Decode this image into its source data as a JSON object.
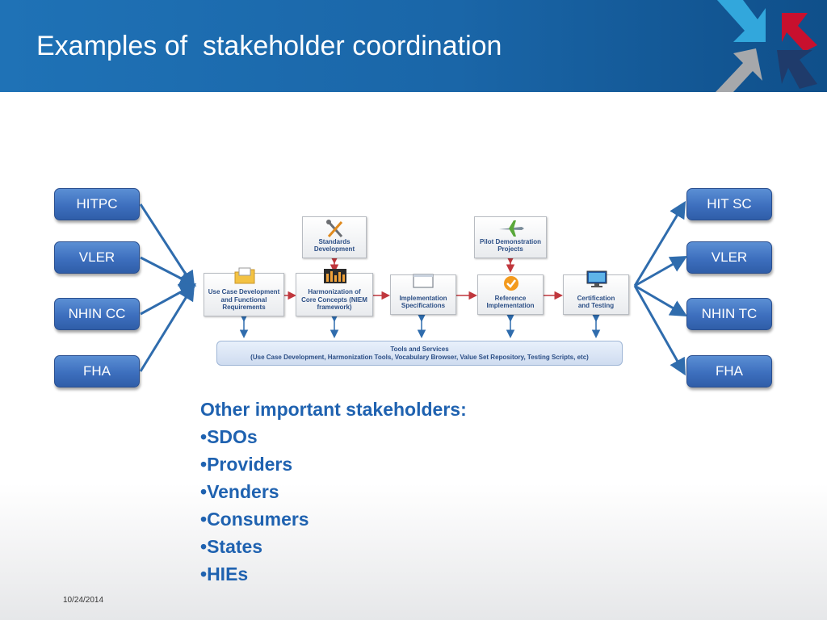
{
  "title": "Examples of  stakeholder coordination",
  "left_groups": [
    "HITPC",
    "VLER",
    "NHIN CC",
    "FHA"
  ],
  "right_groups": [
    "HIT SC",
    "VLER",
    "NHIN TC",
    "FHA"
  ],
  "nodes": {
    "standards": "Standards\nDevelopment",
    "pilot": "Pilot Demonstration\nProjects",
    "use_case": "Use Case Development\nand Functional\nRequirements",
    "harmonization": "Harmonization of\nCore Concepts (NIEM\nframework)",
    "implementation": "Implementation\nSpecifications",
    "reference": "Reference\nImplementation",
    "certification": "Certification\nand Testing"
  },
  "tools": {
    "title": "Tools and Services",
    "detail": "(Use Case Development, Harmonization Tools, Vocabulary Browser, Value Set Repository, Testing Scripts, etc)"
  },
  "stakeholders": {
    "heading": "Other important stakeholders:",
    "items": [
      "SDOs",
      "Providers",
      "Venders",
      "Consumers",
      "States",
      "HIEs"
    ]
  },
  "date": "10/24/2014",
  "colors": {
    "header": "#1a66a8",
    "button": "#3d6fbe",
    "arrow_blue": "#2f6cad",
    "arrow_red": "#c0373d",
    "stakeholder_text": "#1f62b0",
    "logo_cyan": "#32a7dc",
    "logo_red": "#c8102e",
    "logo_grey": "#a6a8ab",
    "logo_navy": "#1f3b6b"
  }
}
